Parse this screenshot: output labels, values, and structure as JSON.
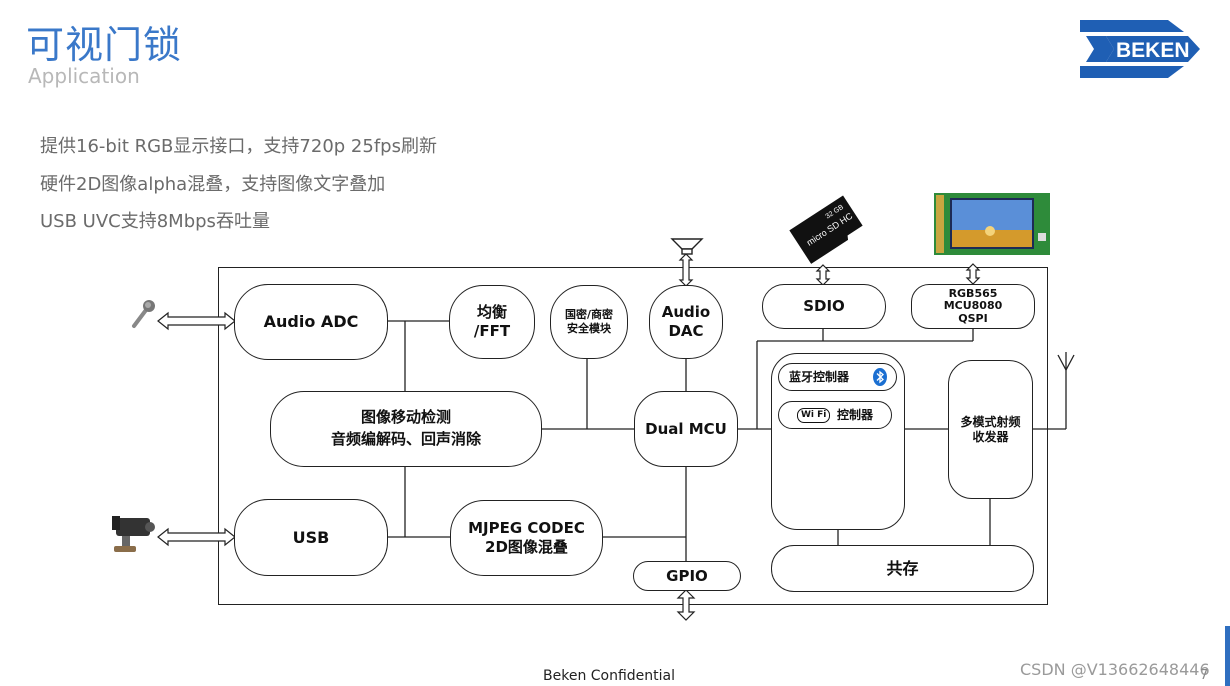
{
  "header": {
    "title": "可视门锁",
    "subtitle": "Application",
    "logo_text": "BEKEN"
  },
  "bullets": [
    "提供16-bit RGB显示接口，支持720p 25fps刷新",
    "硬件2D图像alpha混叠，支持图像文字叠加",
    "USB UVC支持8Mbps吞吐量"
  ],
  "blocks": {
    "audio_adc": "Audio ADC",
    "eq_fft": "均衡\n/FFT",
    "crypto": "国密/商密\n安全模块",
    "audio_dac": "Audio\nDAC",
    "sdio": "SDIO",
    "rgb": "RGB565\nMCU8080\nQSPI",
    "motion": "图像移动检测\n音频编解码、回声消除",
    "dual_mcu": "Dual MCU",
    "bt": "蓝牙控制器",
    "wifi": "控制器",
    "wifi_logo": "Wi Fi",
    "rf": "多模式射频\n收发器",
    "usb": "USB",
    "mjpeg": "MJPEG CODEC\n2D图像混叠",
    "gpio": "GPIO",
    "shared": "共存"
  },
  "sd_card": {
    "brand": "micro SD HC",
    "capacity": "32 GB"
  },
  "footer": {
    "confidential": "Beken Confidential",
    "watermark": "CSDN @V13662648446",
    "page": "7"
  },
  "colors": {
    "title": "#3a78c9",
    "logo_blue": "#1f5fb4",
    "bt_blue": "#1b6fd1",
    "pcb_green": "#2e8b3a"
  }
}
